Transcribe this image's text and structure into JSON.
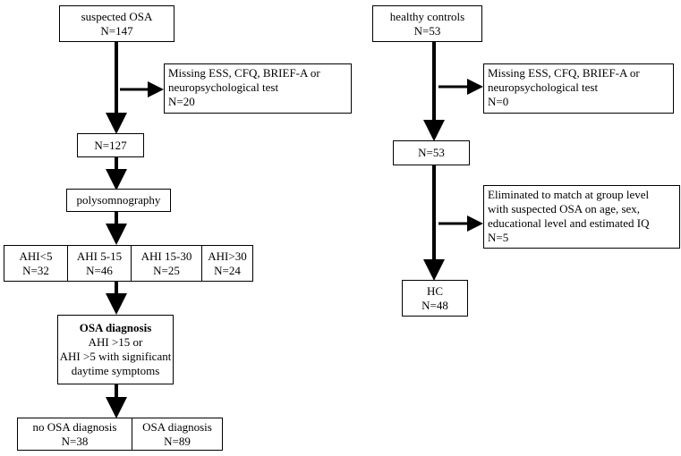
{
  "left": {
    "suspected": {
      "title": "suspected OSA",
      "n": "N=147"
    },
    "missing": {
      "line1": "Missing ESS, CFQ, BRIEF-A or",
      "line2": "neuropsychological test",
      "n": "N=20"
    },
    "n127": "N=127",
    "psg": "polysomnography",
    "ahi": [
      {
        "label": "AHI<5",
        "n": "N=32"
      },
      {
        "label": "AHI 5-15",
        "n": "N=46"
      },
      {
        "label": "AHI 15-30",
        "n": "N=25"
      },
      {
        "label": "AHI>30",
        "n": "N=24"
      }
    ],
    "diagnosis": {
      "title": "OSA diagnosis",
      "line1": "AHI >15 or",
      "line2": "AHI >5 with significant",
      "line3": "daytime symptoms"
    },
    "outcomes": [
      {
        "label": "no OSA diagnosis",
        "n": "N=38"
      },
      {
        "label": "OSA diagnosis",
        "n": "N=89"
      }
    ]
  },
  "right": {
    "controls": {
      "title": "healthy controls",
      "n": "N=53"
    },
    "missing": {
      "line1": "Missing ESS, CFQ, BRIEF-A or",
      "line2": "neuropsychological test",
      "n": "N=0"
    },
    "n53": "N=53",
    "eliminated": {
      "line1": "Eliminated to match at group level",
      "line2": "with suspected OSA on age, sex,",
      "line3": "educational level and estimated IQ",
      "n": "N=5"
    },
    "hc": {
      "title": "HC",
      "n": "N=48"
    }
  }
}
